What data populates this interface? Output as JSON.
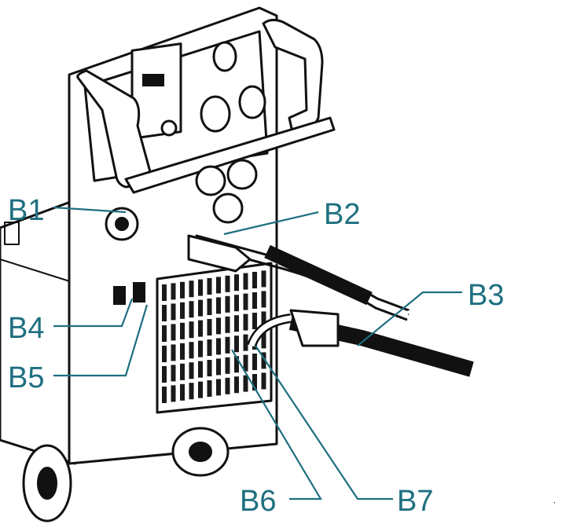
{
  "callouts": [
    {
      "id": "B1",
      "label": "B1"
    },
    {
      "id": "B2",
      "label": "B2"
    },
    {
      "id": "B3",
      "label": "B3"
    },
    {
      "id": "B4",
      "label": "B4"
    },
    {
      "id": "B5",
      "label": "B5"
    },
    {
      "id": "B6",
      "label": "B6"
    },
    {
      "id": "B7",
      "label": "B7"
    }
  ],
  "colors": {
    "callout": "#1e6f80",
    "ink": "#111111",
    "background": "#ffffff"
  }
}
